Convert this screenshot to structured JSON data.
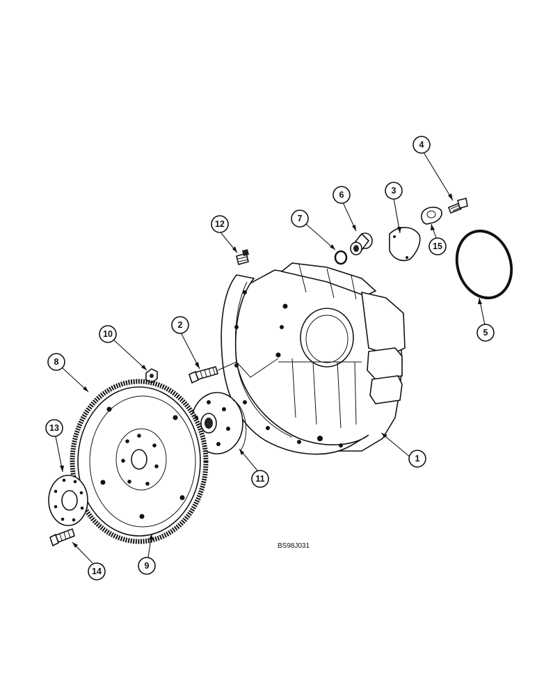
{
  "figure_code": "BS98J031",
  "callouts": [
    {
      "id": "1",
      "label": "1"
    },
    {
      "id": "2",
      "label": "2"
    },
    {
      "id": "3",
      "label": "3"
    },
    {
      "id": "4",
      "label": "4"
    },
    {
      "id": "5",
      "label": "5"
    },
    {
      "id": "6",
      "label": "6"
    },
    {
      "id": "7",
      "label": "7"
    },
    {
      "id": "8",
      "label": "8"
    },
    {
      "id": "9",
      "label": "9"
    },
    {
      "id": "10",
      "label": "10"
    },
    {
      "id": "11",
      "label": "11"
    },
    {
      "id": "12",
      "label": "12"
    },
    {
      "id": "13",
      "label": "13"
    },
    {
      "id": "14",
      "label": "14"
    },
    {
      "id": "15",
      "label": "15"
    }
  ]
}
